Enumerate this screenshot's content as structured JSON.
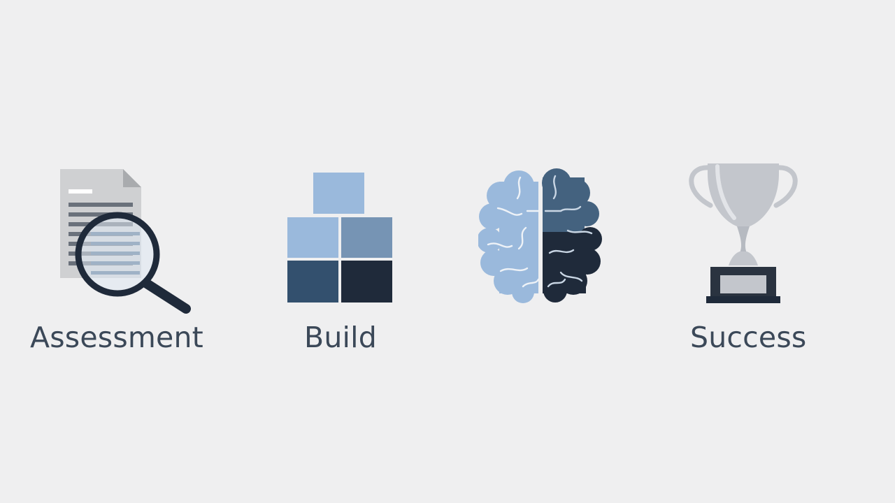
{
  "steps": [
    {
      "label": "Assessment",
      "icon": "document-magnifier-icon"
    },
    {
      "label": "Build",
      "icon": "stacked-blocks-icon"
    },
    {
      "label": "",
      "icon": "brain-icon"
    },
    {
      "label": "Success",
      "icon": "trophy-icon"
    }
  ],
  "colors": {
    "background": "#efeff0",
    "text": "#3b4858",
    "navy": "#1f2a3a",
    "slate": "#33506e",
    "steel": "#7694b4",
    "light_blue": "#9ab9dc",
    "paper": "#cfd0d2",
    "silver": "#c3c6cc"
  }
}
